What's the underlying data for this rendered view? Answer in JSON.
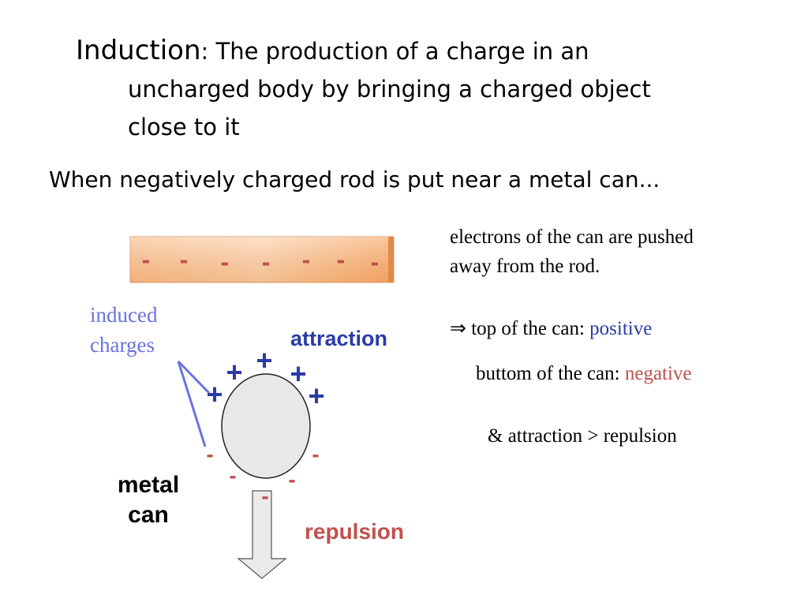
{
  "title": {
    "term": "Induction",
    "line1": ": The production of a charge in an",
    "line2": "uncharged body by bringing a charged object",
    "line3": "close to it"
  },
  "subtitle": "When negatively charged rod is put near a metal can...",
  "explanation": {
    "electrons_line1": "electrons of the can are pushed",
    "electrons_line2": "away from the rod.",
    "arrow_symbol": "⇒",
    "top_label": " top of the can: ",
    "top_value": "positive",
    "bottom_label": "buttom of the can: ",
    "bottom_value": "negative",
    "comparison": "& attraction > repulsion"
  },
  "diagram": {
    "rod_charge": "-",
    "can_top_charge": "+",
    "can_bottom_charge": "-",
    "attraction_label": "attraction",
    "repulsion_label": "repulsion",
    "induced_line1": "induced",
    "induced_line2": "charges",
    "can_label_line1": "metal",
    "can_label_line2": "can"
  },
  "colors": {
    "positive": "#2b3aa6",
    "negative": "#c0504d",
    "induced_pointer": "#6a73e0",
    "rod": "#f7b27a",
    "can_fill": "#e8e8e8"
  }
}
